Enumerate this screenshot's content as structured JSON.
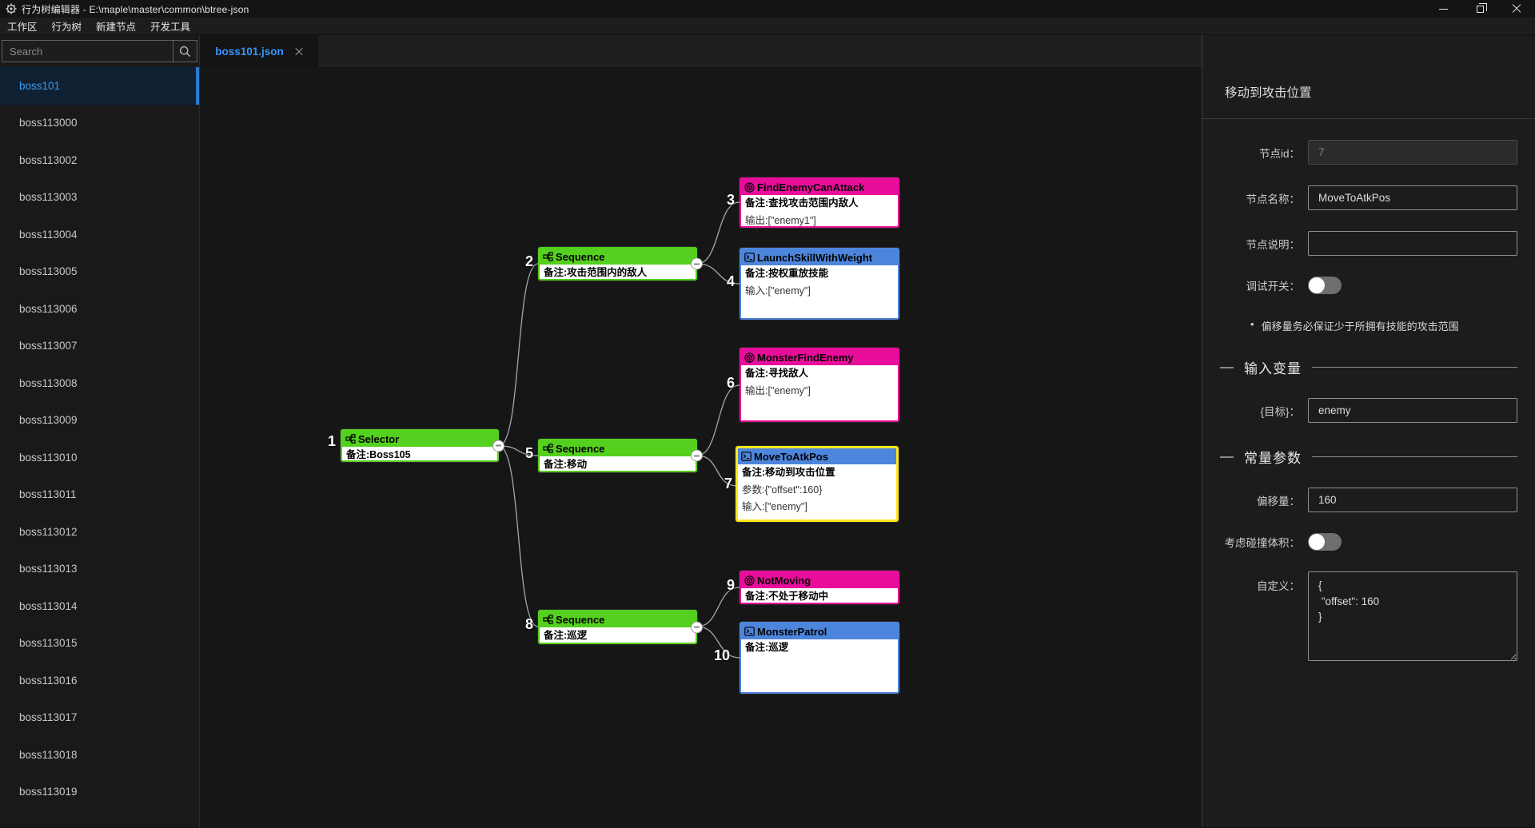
{
  "window": {
    "title": "行为树编辑器 - E:\\maple\\master\\common\\btree-json"
  },
  "menu": {
    "items": [
      "工作区",
      "行为树",
      "新建节点",
      "开发工具"
    ]
  },
  "sidebar": {
    "search_placeholder": "Search",
    "selected_item": "boss101",
    "items": [
      "boss101",
      "boss113000",
      "boss113002",
      "boss113003",
      "boss113004",
      "boss113005",
      "boss113006",
      "boss113007",
      "boss113008",
      "boss113009",
      "boss113010",
      "boss113011",
      "boss113012",
      "boss113013",
      "boss113014",
      "boss113015",
      "boss113016",
      "boss113017",
      "boss113018",
      "boss113019"
    ]
  },
  "tabs": [
    {
      "label": "boss101.json"
    }
  ],
  "canvas": {
    "colors": {
      "composite": "#54d01e",
      "condition": "#e90d9b",
      "action": "#4d85dc",
      "selected_border": "#ffe71c"
    },
    "nodes": [
      {
        "num": "1",
        "title": "Selector",
        "type": "composite",
        "lines": [
          "备注:Boss105"
        ]
      },
      {
        "num": "2",
        "title": "Sequence",
        "type": "composite",
        "lines": [
          "备注:攻击范围内的敌人"
        ]
      },
      {
        "num": "3",
        "title": "FindEnemyCanAttack",
        "type": "condition",
        "lines": [
          "备注:查找攻击范围内敌人",
          "输出:[\"enemy1\"]"
        ]
      },
      {
        "num": "4",
        "title": "LaunchSkillWithWeight",
        "type": "action",
        "lines": [
          "备注:按权重放技能",
          "输入:[\"enemy\"]"
        ]
      },
      {
        "num": "5",
        "title": "Sequence",
        "type": "composite",
        "lines": [
          "备注:移动"
        ]
      },
      {
        "num": "6",
        "title": "MonsterFindEnemy",
        "type": "condition",
        "lines": [
          "备注:寻找敌人",
          "输出:[\"enemy\"]"
        ]
      },
      {
        "num": "7",
        "title": "MoveToAtkPos",
        "type": "action",
        "lines": [
          "备注:移动到攻击位置",
          "参数:{\"offset\":160}",
          "输入:[\"enemy\"]"
        ]
      },
      {
        "num": "8",
        "title": "Sequence",
        "type": "composite",
        "lines": [
          "备注:巡逻"
        ]
      },
      {
        "num": "9",
        "title": "NotMoving",
        "type": "condition",
        "lines": [
          "备注:不处于移动中"
        ]
      },
      {
        "num": "10",
        "title": "MonsterPatrol",
        "type": "action",
        "lines": [
          "备注:巡逻"
        ]
      }
    ]
  },
  "panel": {
    "title": "移动到攻击位置",
    "bullet": "•",
    "note": "偏移量务必保证少于所拥有技能的攻击范围",
    "sections": {
      "input_vars": "输入变量",
      "const_params": "常量参数"
    },
    "fields": {
      "node_id": {
        "label": "节点id：",
        "value": "7"
      },
      "node_name": {
        "label": "节点名称：",
        "value": "MoveToAtkPos"
      },
      "node_desc": {
        "label": "节点说明：",
        "value": ""
      },
      "debug": {
        "label": "调试开关：",
        "state": "off"
      },
      "target": {
        "label": "{目标}：",
        "value": "enemy"
      },
      "offset": {
        "label": "偏移量：",
        "value": "160"
      },
      "collision": {
        "label": "考虑碰撞体积：",
        "state": "off"
      },
      "custom": {
        "label": "自定义：",
        "value": "{\n \"offset\": 160\n}"
      }
    }
  }
}
